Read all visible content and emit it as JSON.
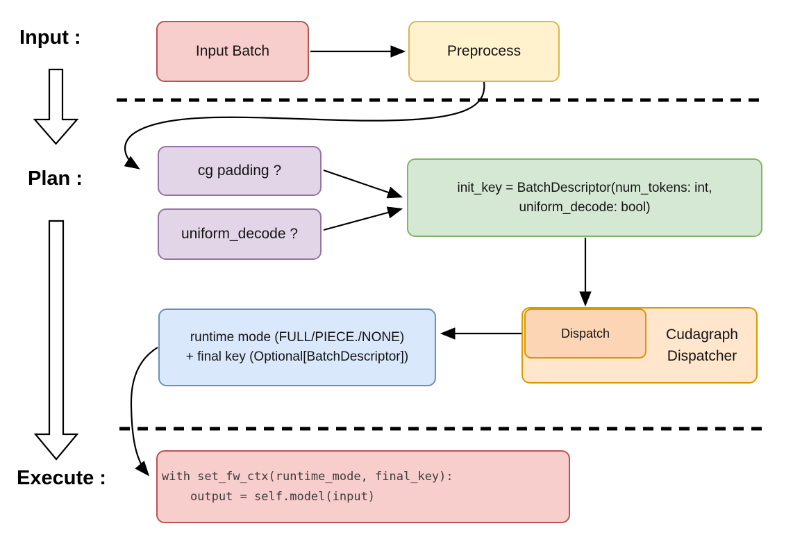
{
  "stage_labels": {
    "input": "Input :",
    "plan": "Plan :",
    "execute": "Execute :"
  },
  "nodes": {
    "input_batch": {
      "label": "Input Batch"
    },
    "preprocess": {
      "label": "Preprocess"
    },
    "cg_padding": {
      "label": "cg padding ?"
    },
    "uniform_decode": {
      "label": "uniform_decode ?"
    },
    "init_key": {
      "line1": "init_key = BatchDescriptor(num_tokens: int,",
      "line2": "uniform_decode: bool)"
    },
    "dispatch": {
      "label": "Dispatch"
    },
    "cudagraph_dispatcher": {
      "line1": "Cudagraph",
      "line2": "Dispatcher"
    },
    "runtime_result": {
      "line1": "runtime mode (FULL/PIECE./NONE)",
      "line2": "+ final key (Optional[BatchDescriptor])"
    },
    "execute_code": {
      "line1": "with set_fw_ctx(runtime_mode, final_key):",
      "line2": "    output = self.model(input)"
    }
  },
  "colors": {
    "pink_fill": "#f8cecc",
    "pink_stroke": "#b85450",
    "yellow_fill": "#fff2cc",
    "yellow_stroke": "#d6b656",
    "purple_fill": "#e1d5e7",
    "purple_stroke": "#9673a6",
    "green_fill": "#d5e8d4",
    "green_stroke": "#82b366",
    "blue_fill": "#dae8fc",
    "blue_stroke": "#6c8ebf",
    "orange_outer_fill": "#ffe6cc",
    "orange_inner_fill": "#fcd5b5",
    "orange_stroke": "#d79b00",
    "arrow": "#000000",
    "code_text": "#3c3c3c"
  }
}
